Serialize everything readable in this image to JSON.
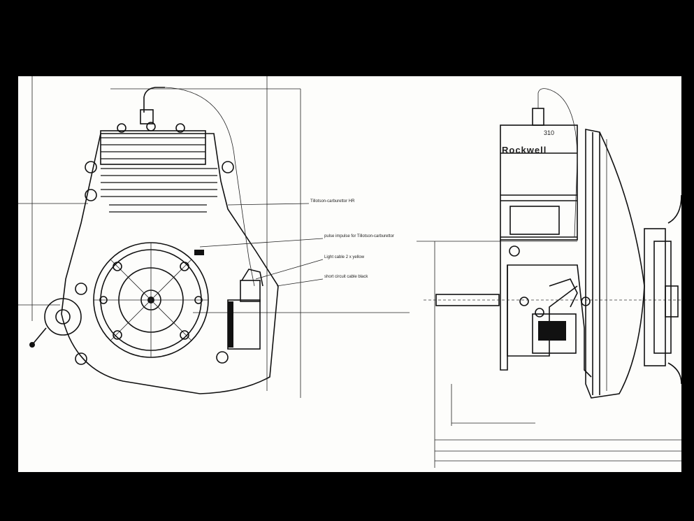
{
  "left_view": {
    "callouts": [
      "Tillotson-carburettor HR",
      "pulse impulse for Tillotson-carburettor",
      "Light cable 2 x yellow",
      "short circuit cable black"
    ]
  },
  "right_view": {
    "brand_label": "Rockwell",
    "model_number": "310"
  }
}
